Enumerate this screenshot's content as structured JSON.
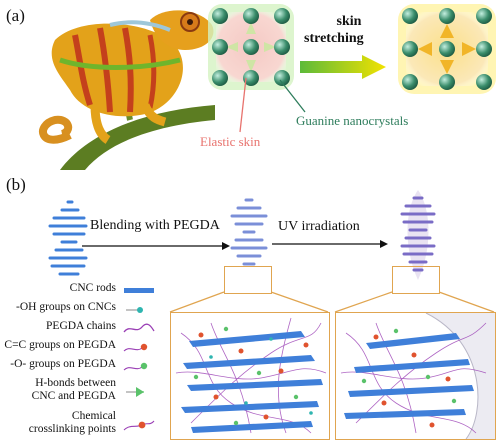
{
  "panel_a": {
    "label": "(a)",
    "stretch_label_line1": "skin",
    "stretch_label_line2": "stretching",
    "elastic_skin_label": "Elastic skin",
    "guanine_label": "Guanine nanocrystals",
    "colors": {
      "elastic": "#e8736e",
      "guanine": "#2e7d5c",
      "arrow": "#d6d400"
    }
  },
  "panel_b": {
    "label": "(b)",
    "step1_label": "Blending with PEGDA",
    "step2_label": "UV irradiation",
    "legend": [
      {
        "text": "CNC rods",
        "icon": "blue-rod-icon"
      },
      {
        "text": "-OH groups on CNCs",
        "icon": "teal-dot-icon"
      },
      {
        "text": "PEGDA chains",
        "icon": "purple-chain-icon"
      },
      {
        "text": "C=C groups on PEGDA",
        "icon": "red-dot-chain-icon"
      },
      {
        "text": "-O- groups on PEGDA",
        "icon": "green-dot-chain-icon"
      },
      {
        "text": "H-bonds between",
        "text2": "CNC and PEGDA",
        "icon": "hbond-icon"
      },
      {
        "text": "Chemical",
        "text2": "crosslinking points",
        "icon": "crosslink-icon"
      }
    ],
    "colors": {
      "cnc": "#3f7fd9",
      "frame": "#e0a550",
      "pegda": "#9a3fb5"
    }
  }
}
